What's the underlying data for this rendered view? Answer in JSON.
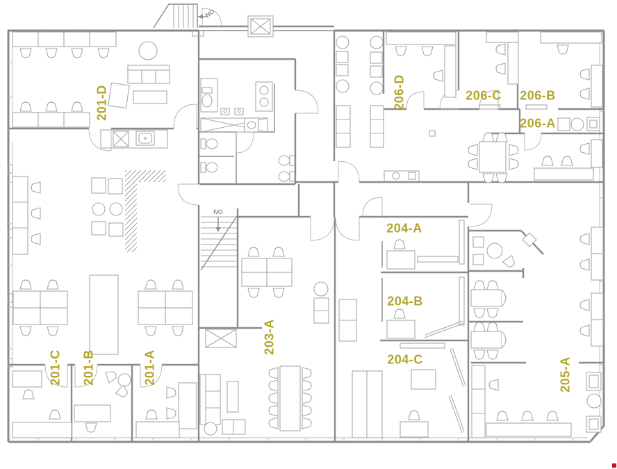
{
  "plan_type": "office floor plan",
  "rooms": [
    {
      "label": "201-D"
    },
    {
      "label": "201-C"
    },
    {
      "label": "201-B"
    },
    {
      "label": "201-A"
    },
    {
      "label": "203-A"
    },
    {
      "label": "204-A"
    },
    {
      "label": "204-B"
    },
    {
      "label": "204-C"
    },
    {
      "label": "205-A"
    },
    {
      "label": "206-A"
    },
    {
      "label": "206-B"
    },
    {
      "label": "206-C"
    },
    {
      "label": "206-D"
    }
  ],
  "annotations": {
    "stair_top": "NO",
    "stair_mid": "NO"
  },
  "colors": {
    "wall": "#8a8a8a",
    "furniture": "#a8a8a8",
    "label": "#b2a62c",
    "annotation": "#8f8f8f",
    "marker": "#c41616"
  }
}
